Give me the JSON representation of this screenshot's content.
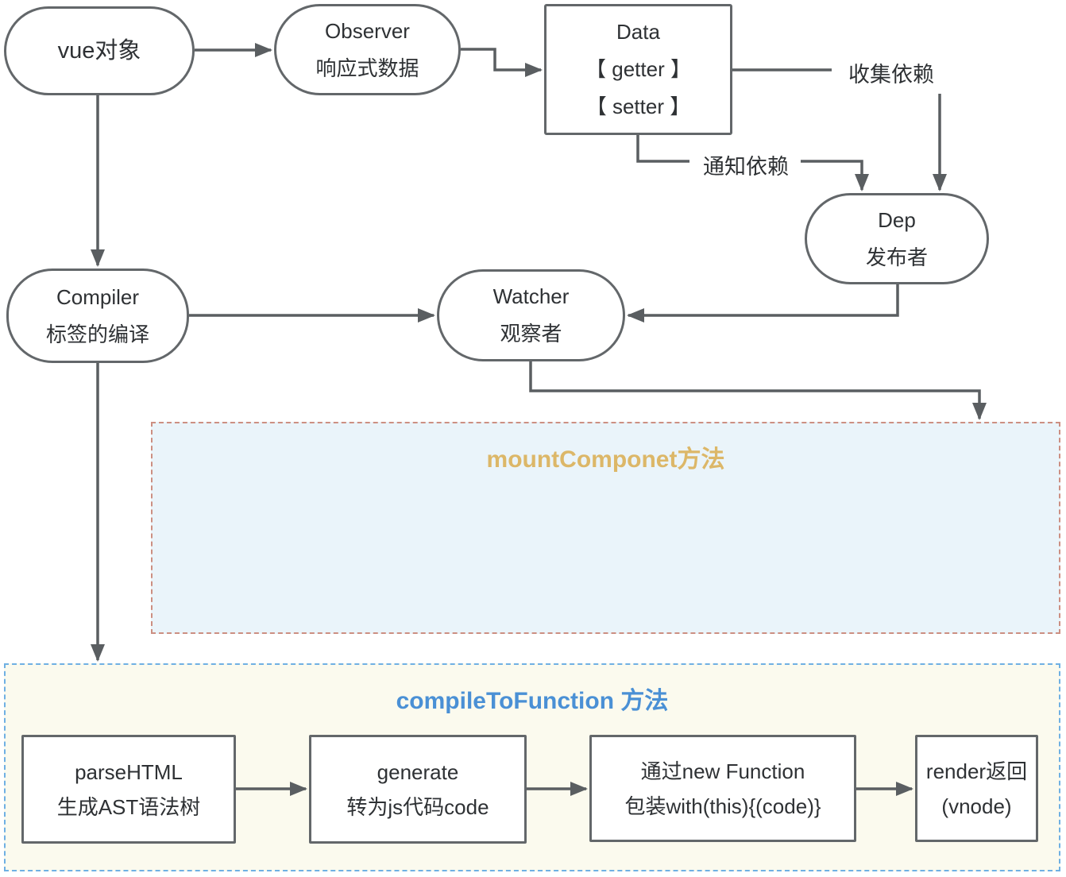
{
  "diagram": {
    "nodes": {
      "vue": {
        "lines": [
          "vue对象"
        ]
      },
      "observer": {
        "lines": [
          "Observer",
          "响应式数据"
        ]
      },
      "data": {
        "lines": [
          "Data",
          "【 getter 】",
          "【 setter 】"
        ]
      },
      "dep": {
        "lines": [
          "Dep",
          "发布者"
        ]
      },
      "compiler": {
        "lines": [
          "Compiler",
          "标签的编译"
        ]
      },
      "watcher": {
        "lines": [
          "Watcher",
          "观察者"
        ]
      }
    },
    "edge_labels": {
      "collect": "收集依赖",
      "notify": "通知依赖"
    },
    "regions": {
      "mount": {
        "title": "mountComponet方法"
      },
      "compile": {
        "title": "compileToFunction 方法"
      }
    },
    "flow": {
      "parse": {
        "lines": [
          "parseHTML",
          "生成AST语法树"
        ]
      },
      "generate": {
        "lines": [
          "generate",
          "转为js代码code"
        ]
      },
      "newfn": {
        "lines": [
          "通过new Function",
          "包装with(this){(code)}"
        ]
      },
      "render": {
        "lines": [
          "render返回",
          "(vnode)"
        ]
      }
    },
    "colors": {
      "line": "#5a5e61",
      "node_border": "#63676a",
      "text": "#2e3134",
      "mount_title": "#dcb768",
      "mount_fill": "#eaf4fa",
      "mount_border": "#cc8f82",
      "compile_title": "#4a90d5",
      "compile_fill": "#fbfaee",
      "compile_border": "#6fb0e3"
    }
  }
}
